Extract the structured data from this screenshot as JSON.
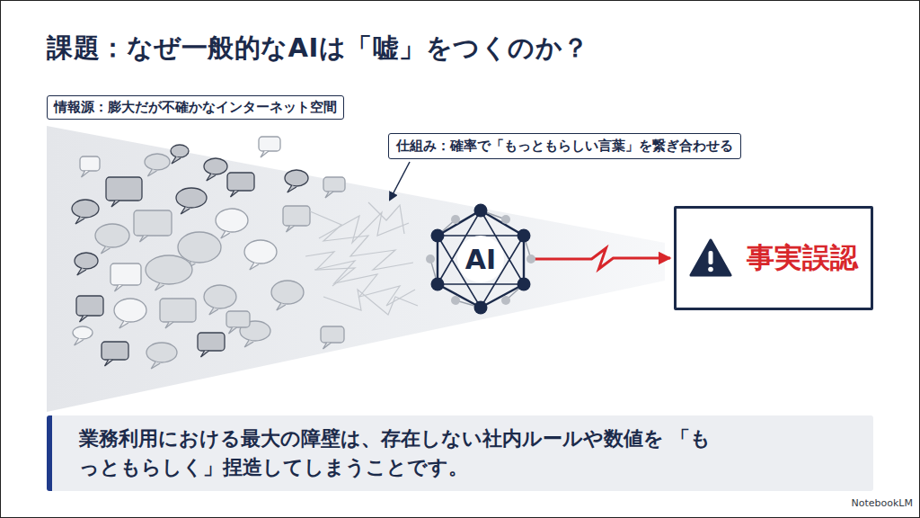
{
  "diagram": {
    "title": "課題：なぜ一般的なAIは「嘘」をつくのか？",
    "nodes": [
      {
        "text": [
          "情報源：膨大だが不確かなインターネット空間"
        ]
      },
      {
        "text": [
          "仕組み：確率で「もっともらしい言葉」を繋ぎ合わせる"
        ]
      },
      {
        "text": [
          "AI"
        ]
      },
      {
        "text": [
          "事実誤認"
        ]
      },
      {
        "text": [
          "業務利用における最大の障壁は、存在しない社内ルールや数値を 「もっともらしく」捏造してしまうことです。"
        ]
      }
    ],
    "edges": [
      {
        "from": 2,
        "to": 3,
        "arrow": "to"
      }
    ],
    "labels": [
      "NotebookLM"
    ]
  }
}
